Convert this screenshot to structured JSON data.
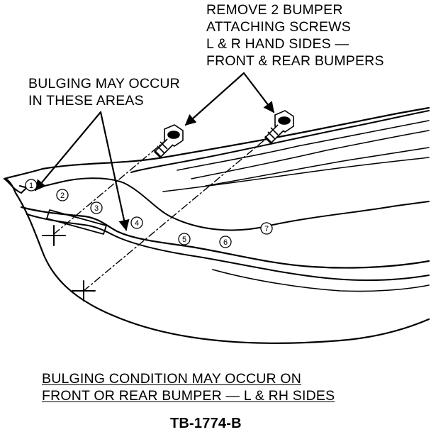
{
  "callouts": {
    "remove_screws": [
      "REMOVE 2 BUMPER",
      "ATTACHING SCREWS",
      "L & R HAND SIDES —",
      "FRONT & REAR BUMPERS"
    ],
    "bulging": [
      "BULGING MAY OCCUR",
      "IN THESE AREAS"
    ]
  },
  "markers": [
    "1",
    "2",
    "3",
    "4",
    "5",
    "6",
    "7"
  ],
  "caption": [
    "BULGING CONDITION MAY OCCUR ON",
    "FRONT OR REAR BUMPER — L & RH SIDES"
  ],
  "figure_id": "TB-1774-B",
  "colors": {
    "ink": "#000000",
    "paper": "#ffffff"
  }
}
